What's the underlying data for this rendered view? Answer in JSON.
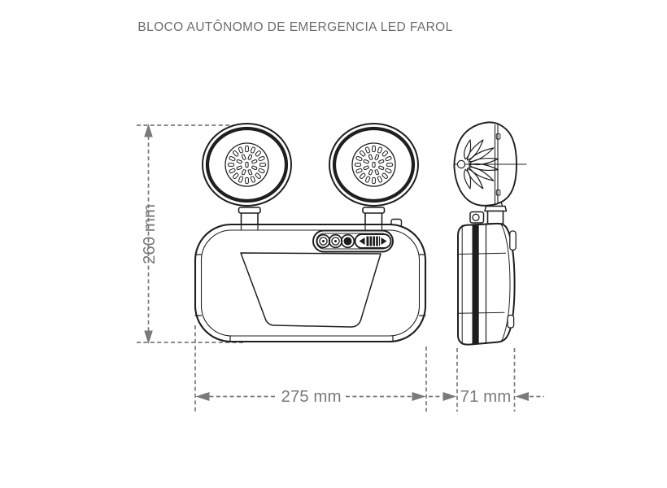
{
  "title": "BLOCO AUTÔNOMO DE EMERGENCIA LED FAROL",
  "dimensions": {
    "height": {
      "label": "260 mm"
    },
    "width": {
      "label": "275 mm"
    },
    "depth": {
      "label": "71 mm"
    }
  },
  "colors": {
    "line": "#1f1f1f",
    "ink": "#1c1c1c",
    "paper": "#ffffff",
    "dimension": "#7a7a7a",
    "title_text": "#6e6e6e",
    "background": "#ffffff"
  }
}
